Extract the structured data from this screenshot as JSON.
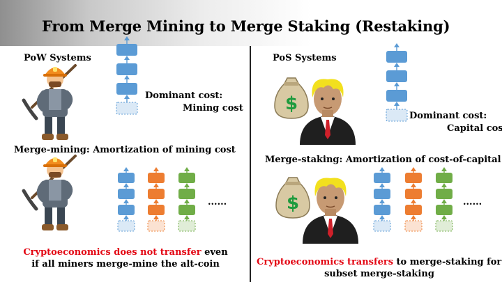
{
  "title": "From Merge Mining to Merge Staking (Restaking)",
  "left": {
    "heading": "PoW Systems",
    "cost_line1": "Dominant cost:",
    "cost_line2": "Mining cost",
    "merge_heading": "Merge-mining: Amortization of mining cost",
    "ellipsis": "......",
    "caption_red": "Cryptoeconomics does not transfer",
    "caption_rest": " even",
    "caption_line2": "if all miners merge-mine the alt-coin"
  },
  "right": {
    "heading": "PoS Systems",
    "cost_line1": "Dominant cost:",
    "cost_line2": "Capital cost",
    "merge_heading": "Merge-staking: Amortization of cost-of-capital",
    "ellipsis": "......",
    "caption_red": "Cryptoeconomics transfers",
    "caption_rest": " to merge-staking for any",
    "caption_line2": "subset merge-staking",
    "money_symbol": "$"
  },
  "icons": [
    "miner-icon",
    "money-bag-icon",
    "businessman-icon",
    "blockchain-icon"
  ],
  "colors": {
    "chain_blue": "#5b9bd5",
    "chain_orange": "#ed7d31",
    "chain_green": "#70ad47",
    "highlight_red": "#e30613",
    "miner_helmet": "#f28c1e",
    "hair_yellow": "#f2e01e",
    "bag": "#d8c9a3",
    "dollar": "#1e9b3e"
  }
}
